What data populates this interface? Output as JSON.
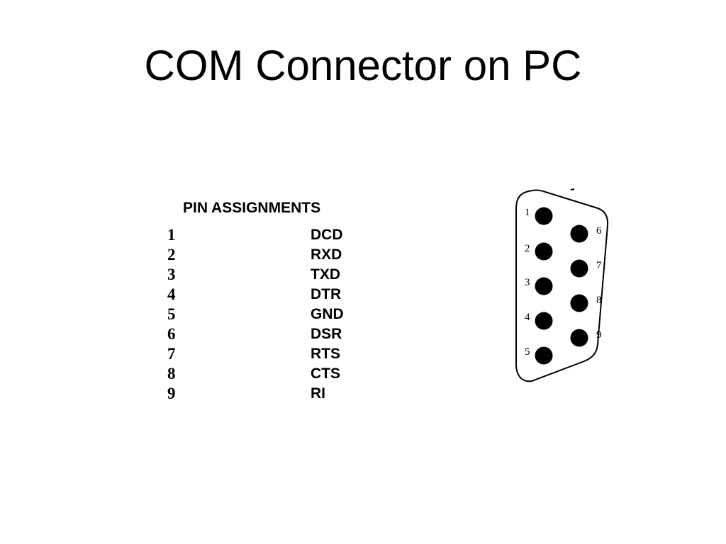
{
  "title": "COM Connector on PC",
  "pin_table": {
    "heading": "PIN ASSIGNMENTS",
    "rows": [
      {
        "pin": "1",
        "signal": "DCD"
      },
      {
        "pin": "2",
        "signal": "RXD"
      },
      {
        "pin": "3",
        "signal": "TXD"
      },
      {
        "pin": "4",
        "signal": "DTR"
      },
      {
        "pin": "5",
        "signal": "GND"
      },
      {
        "pin": "6",
        "signal": "DSR"
      },
      {
        "pin": "7",
        "signal": "RTS"
      },
      {
        "pin": "8",
        "signal": "CTS"
      },
      {
        "pin": "9",
        "signal": "RI"
      }
    ]
  },
  "connector": {
    "pin_labels": [
      "1",
      "2",
      "3",
      "4",
      "5",
      "6",
      "7",
      "8",
      "9"
    ]
  }
}
